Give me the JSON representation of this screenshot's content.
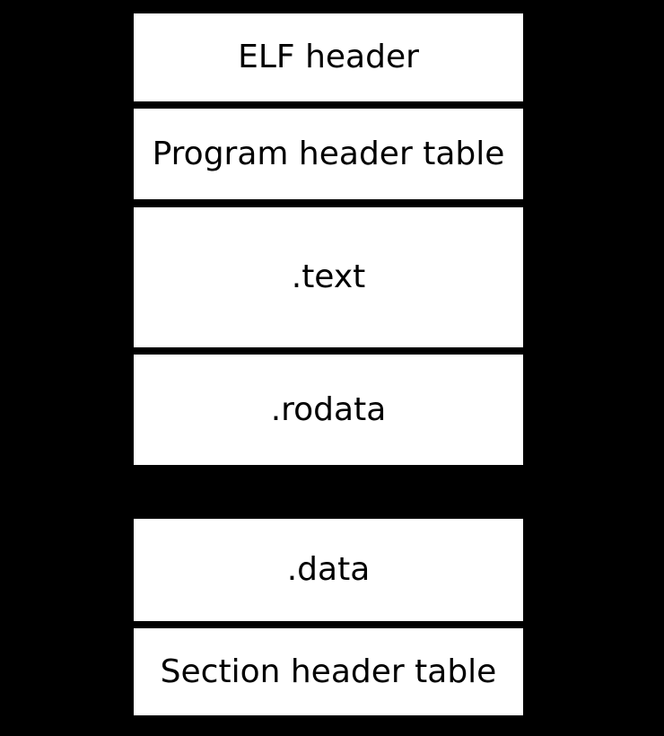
{
  "diagram": {
    "background_color": "#000000",
    "box_fill_color": "#ffffff",
    "text_color": "#000000",
    "boxes": [
      {
        "label": "ELF header"
      },
      {
        "label": "Program header table"
      },
      {
        "label": ".text"
      },
      {
        "label": ".rodata"
      },
      {
        "label": ".data"
      },
      {
        "label": "Section header table"
      }
    ]
  }
}
